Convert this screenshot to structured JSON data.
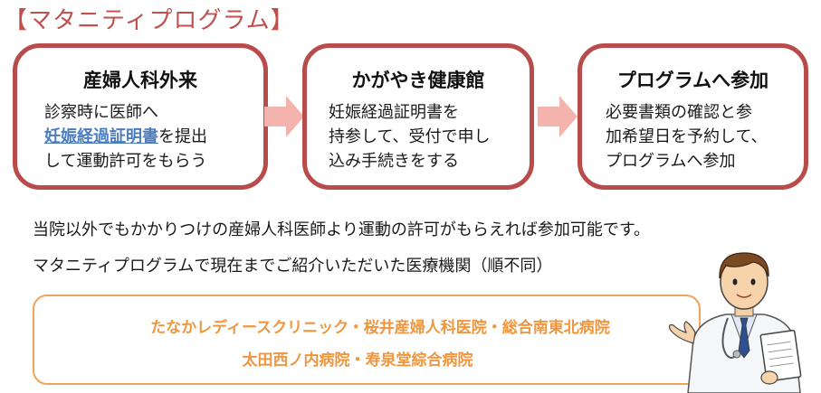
{
  "heading": "【マタニティプログラム】",
  "steps": [
    {
      "title": "産婦人科外来",
      "line1": "診察時に医師へ",
      "line2_link": "妊娠経過証明書",
      "line2_rest": "を提出",
      "line3": "して運動許可をもらう"
    },
    {
      "title": "かがやき健康館",
      "line1": "妊娠経過証明書を",
      "line2": "持参して、受付で申し",
      "line3": "込み手続きをする"
    },
    {
      "title": "プログラムへ参加",
      "line1": "必要書類の確認と参",
      "line2": "加希望日を予約して、",
      "line3": "プログラムへ参加"
    }
  ],
  "notes": {
    "line1": "当院以外でもかかりつけの産婦人科医師より運動の許可がもらえれば参加可能です。",
    "line2": "マタニティプログラムで現在までご紹介いただいた医療機関（順不同）"
  },
  "clinics": {
    "line1": "たなかレディースクリニック・桜井産婦人科医院・総合南東北病院",
    "line2": "太田西ノ内病院・寿泉堂綜合病院"
  },
  "colors": {
    "heading": "#c0504d",
    "step_border": "#b84c4a",
    "arrow": "#f4b3ad",
    "link": "#4a7dc0",
    "clinic_border": "#f0a35a",
    "clinic_text": "#f0963e"
  },
  "illustration": "doctor-holding-clipboard"
}
